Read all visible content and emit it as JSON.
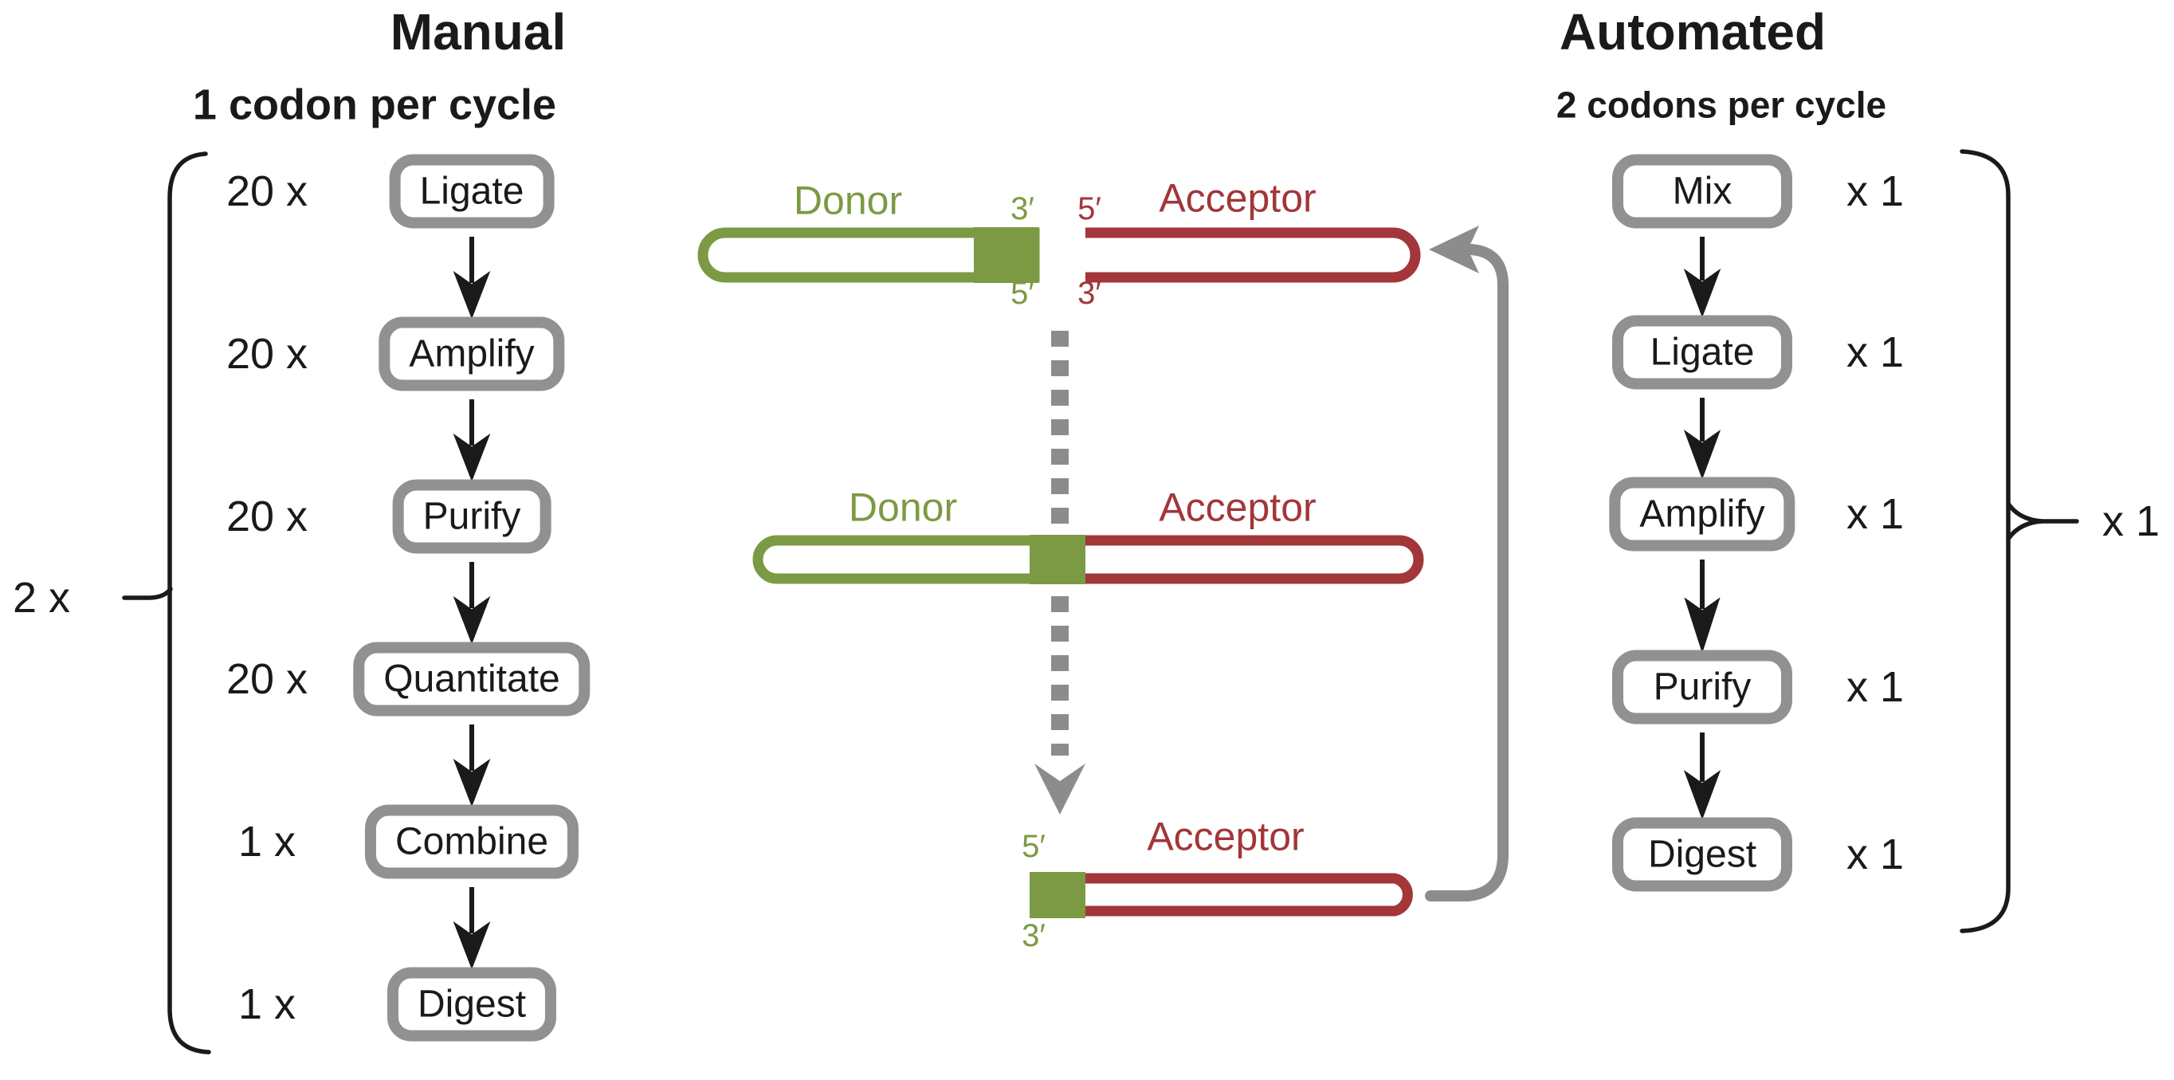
{
  "manual": {
    "title": "Manual",
    "subtitle": "1 codon per cycle",
    "outer_repeat": "2 x",
    "steps": [
      {
        "count": "20 x",
        "label": "Ligate"
      },
      {
        "count": "20 x",
        "label": "Amplify"
      },
      {
        "count": "20 x",
        "label": "Purify"
      },
      {
        "count": "20 x",
        "label": "Quantitate"
      },
      {
        "count": "1 x",
        "label": "Combine"
      },
      {
        "count": "1 x",
        "label": "Digest"
      }
    ]
  },
  "automated": {
    "title": "Automated",
    "subtitle": "2 codons per cycle",
    "outer_repeat": "x 1",
    "steps": [
      {
        "label": "Mix",
        "count": "x 1"
      },
      {
        "label": "Ligate",
        "count": "x 1"
      },
      {
        "label": "Amplify",
        "count": "x 1"
      },
      {
        "label": "Purify",
        "count": "x 1"
      },
      {
        "label": "Digest",
        "count": "x 1"
      }
    ]
  },
  "diagram": {
    "top": {
      "donor_label": "Donor",
      "donor_end_top": "3′",
      "donor_end_bottom": "5′",
      "acceptor_label": "Acceptor",
      "acceptor_end_top": "5′",
      "acceptor_end_bottom": "3′"
    },
    "middle": {
      "donor_label": "Donor",
      "acceptor_label": "Acceptor"
    },
    "bottom": {
      "acceptor_label": "Acceptor",
      "end_top": "5′",
      "end_bottom": "3′"
    }
  },
  "colors": {
    "donor_green": "#7C9A43",
    "acceptor_red": "#A23639",
    "connector_gray": "#8C8C8C",
    "box_border_gray": "#919191",
    "text_black": "#1A1A1A"
  }
}
